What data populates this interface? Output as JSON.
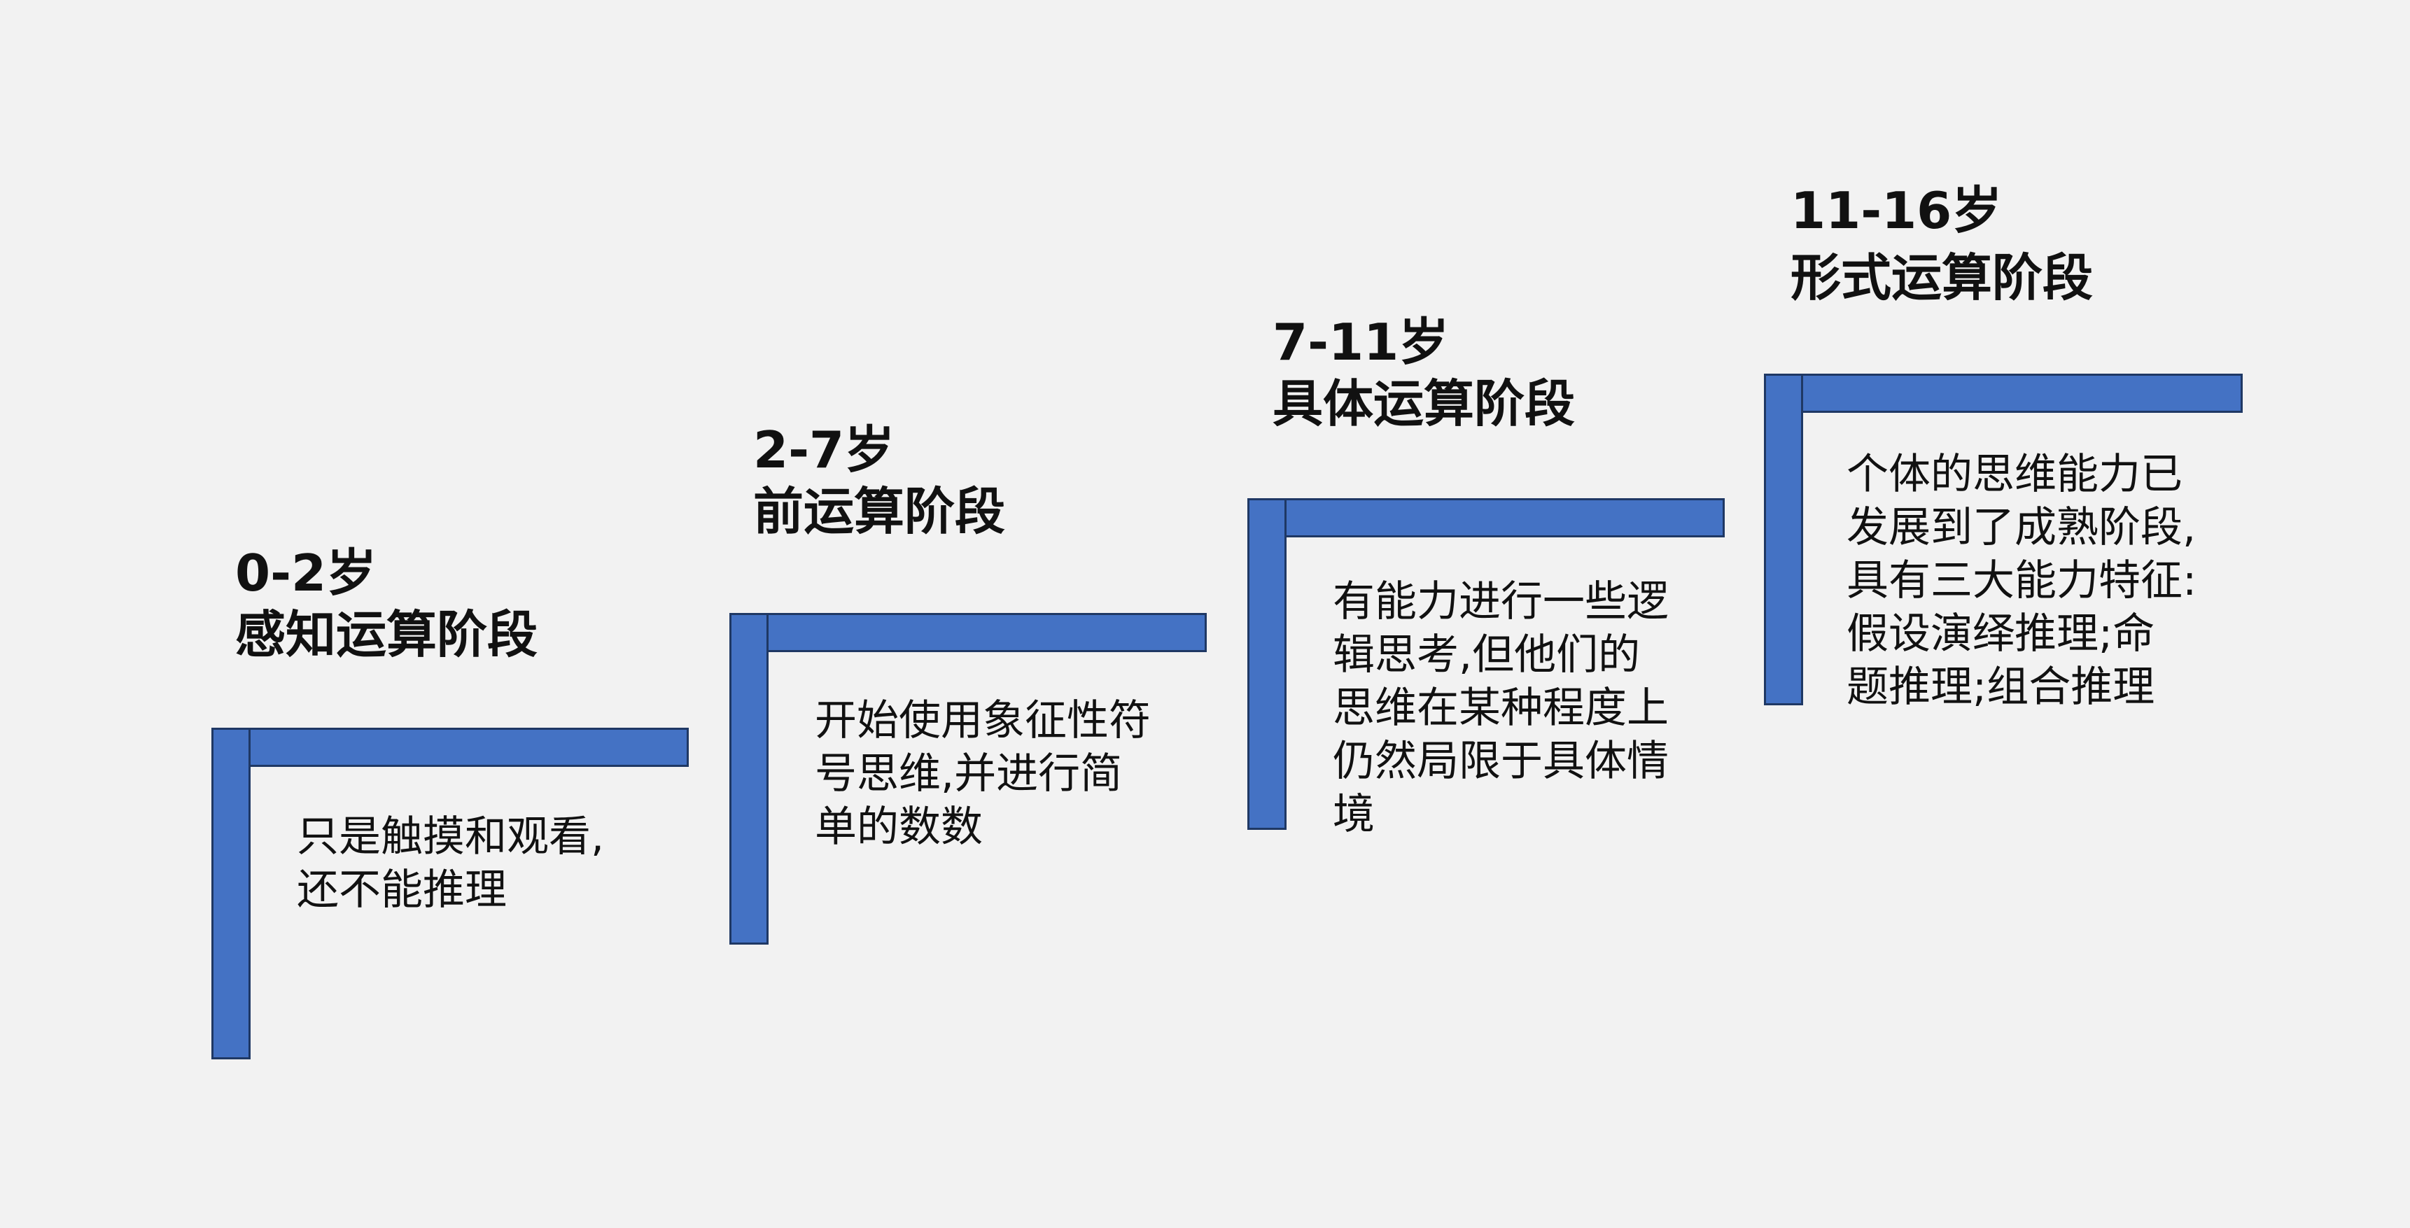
{
  "colors": {
    "background": "#f2f2f2",
    "bracket_fill": "#4472c4",
    "bracket_border": "#1f3864",
    "text": "#111111"
  },
  "stages": [
    {
      "age": "0-2岁",
      "name": "感知运算阶段",
      "description": "只是触摸和观看,\n还不能推理"
    },
    {
      "age": "2-7岁",
      "name": "前运算阶段",
      "description": "开始使用象征性符\n号思维,并进行简\n单的数数"
    },
    {
      "age": "7-11岁",
      "name": "具体运算阶段",
      "description": "有能力进行一些逻\n辑思考,但他们的\n思维在某种程度上\n仍然局限于具体情\n境"
    },
    {
      "age": "11-16岁",
      "name": "形式运算阶段",
      "description": "个体的思维能力已\n发展到了成熟阶段,\n具有三大能力特征:\n假设演绎推理;命\n题推理;组合推理"
    }
  ]
}
